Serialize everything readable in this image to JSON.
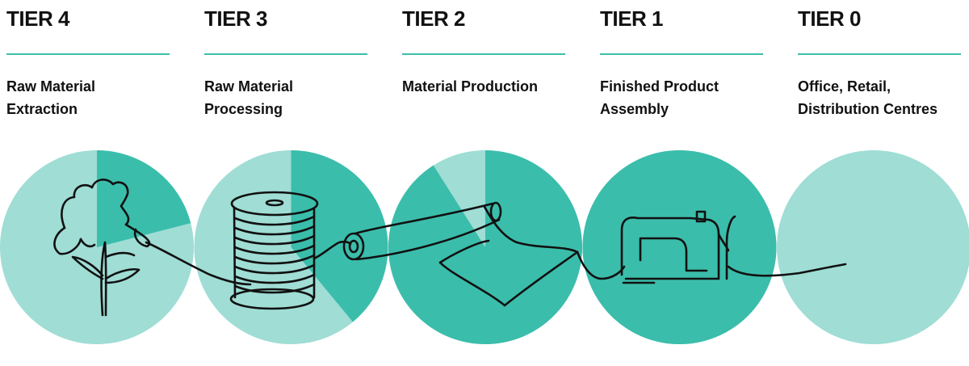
{
  "tiers": [
    {
      "title": "TIER 4",
      "description": [
        "Raw Material",
        "Extraction"
      ],
      "progress": 0.21,
      "icon": "cotton-plant-icon"
    },
    {
      "title": "TIER 3",
      "description": [
        "Raw Material",
        "Processing"
      ],
      "progress": 0.39,
      "icon": "thread-spool-icon"
    },
    {
      "title": "TIER 2",
      "description": [
        "Material Production"
      ],
      "progress": 0.91,
      "icon": "fabric-roll-icon"
    },
    {
      "title": "TIER 1",
      "description": [
        "Finished Product",
        "Assembly"
      ],
      "progress": 1.0,
      "icon": "sewing-machine-icon"
    },
    {
      "title": "TIER 0",
      "description": [
        "Office, Retail,",
        "Distribution Centres"
      ],
      "progress": 0.0,
      "icon": null
    }
  ],
  "colors": {
    "light": "#9fddd5",
    "dark": "#3bbdab",
    "rule": "#3bbdab",
    "text": "#111111",
    "line": "#111111"
  }
}
